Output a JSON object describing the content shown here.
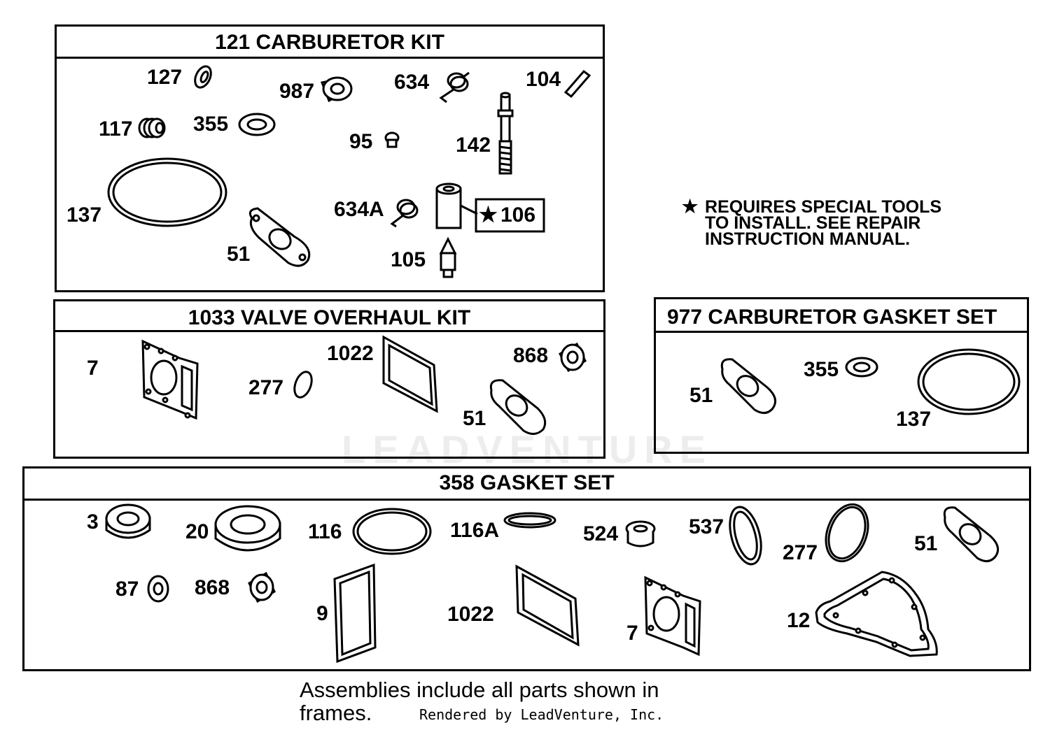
{
  "kits": {
    "carb_kit_title": "121 CARBURETOR KIT",
    "valve_kit_title": "1033 VALVE OVERHAUL KIT",
    "carb_gasket_title": "977 CARBURETOR GASKET SET",
    "gasket_set_title": "358 GASKET SET"
  },
  "carb_kit_parts": [
    "127",
    "987",
    "634",
    "104",
    "117",
    "355",
    "95",
    "142",
    "137",
    "634A",
    "106",
    "51",
    "105"
  ],
  "valve_kit_parts": [
    "7",
    "277",
    "1022",
    "868",
    "51"
  ],
  "carb_gasket_parts": [
    "51",
    "355",
    "137"
  ],
  "gasket_set_parts": [
    "3",
    "20",
    "116",
    "116A",
    "524",
    "537",
    "277",
    "51",
    "87",
    "868",
    "9",
    "1022",
    "7",
    "12"
  ],
  "special_marker": "★",
  "special_note": [
    "REQUIRES SPECIAL TOOLS",
    "TO INSTALL.  SEE REPAIR",
    "INSTRUCTION MANUAL."
  ],
  "footer": {
    "line1": "Assemblies include all parts shown in",
    "line2": "frames.",
    "credit": "Rendered by LeadVenture, Inc."
  },
  "watermark": "LEADVENTURE"
}
